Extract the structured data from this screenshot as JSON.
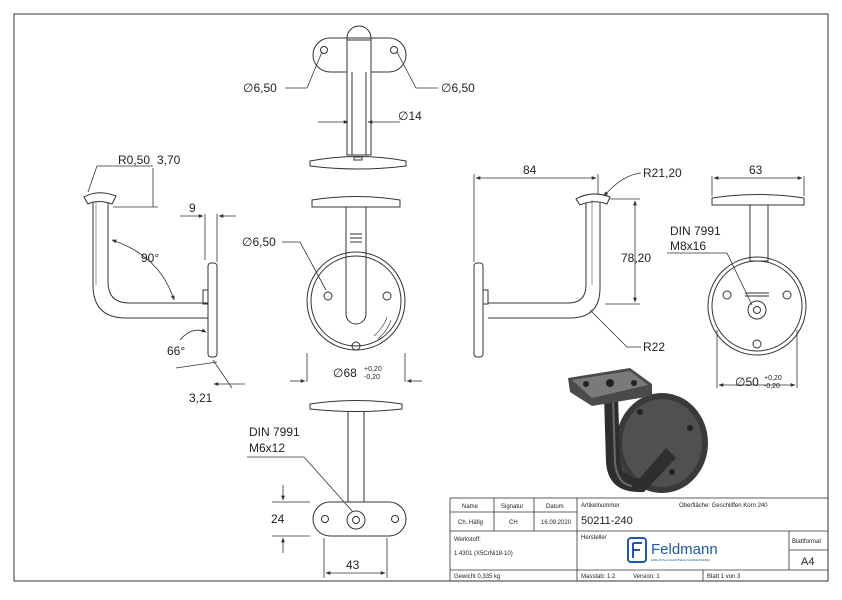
{
  "dims": {
    "d650_left": "∅6,50",
    "d650_right": "∅6,50",
    "d14": "∅14",
    "r050": "R0,50",
    "d370": "3,70",
    "d9": "9",
    "a90": "90°",
    "a66": "66°",
    "d321": "3,21",
    "d650_front": "∅6,50",
    "d68": "∅68",
    "d68_tol_up": "+0,20",
    "d68_tol_down": "-0,20",
    "din_top_1": "DIN 7991",
    "din_top_2": "M6x12",
    "d24": "24",
    "d43": "43",
    "d84": "84",
    "r2120": "R21,20",
    "d7820": "78,20",
    "r22": "R22",
    "d63": "63",
    "din_right_1": "DIN 7991",
    "din_right_2": "M8x16",
    "d50": "∅50",
    "d50_tol_up": "+0,20",
    "d50_tol_down": "-0,20"
  },
  "title_block": {
    "h_name": "Name",
    "h_signatur": "Signatur",
    "h_datum": "Datum",
    "v_name": "Ch. Häfig",
    "v_signatur": "CH",
    "v_datum": "16.09.2020",
    "werkstoff_label": "Werkstoff:",
    "werkstoff_value": "1.4301 (X5CrNi18-10)",
    "gewicht": "Gewicht 0,335 kg",
    "artikelnummer_label": "Artikelnummer",
    "artikelnummer": "50211-240",
    "oberflaeche": "Oberfläche: Geschliffen Korn 240",
    "hersteller_label": "Hersteller",
    "logo_text": "Feldmann",
    "logo_sub": "EDELSTAHL KLEINTEILE SCHWEISSEREI",
    "blattformat_label": "Blattformat",
    "blattformat": "A4",
    "massstab": "Masstab: 1:2",
    "version": "Version: 1",
    "blatt": "Blatt 1 von 3"
  },
  "colors": {
    "line": "#333333",
    "render_dark": "#2b2b2b",
    "render_mid": "#555555",
    "logo_blue": "#1e5aa8"
  }
}
